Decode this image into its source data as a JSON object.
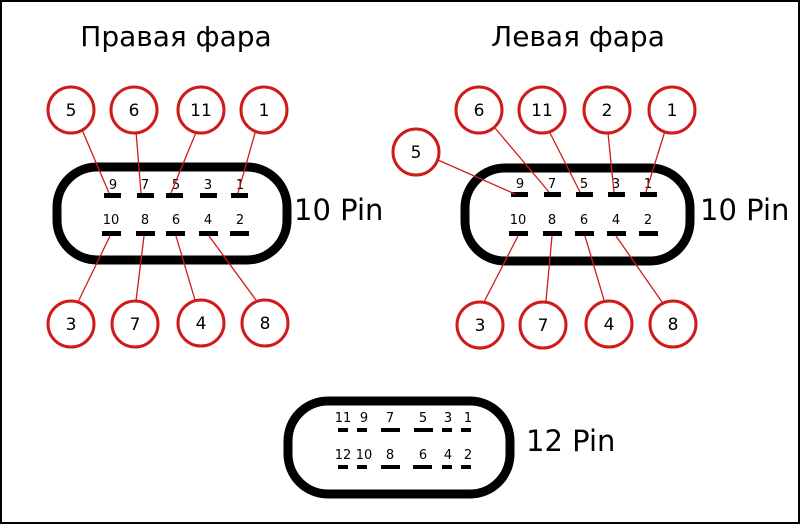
{
  "titles": {
    "right": "Правая фара",
    "left": "Левая фара"
  },
  "labels": {
    "ten_pin_right": "10 Pin",
    "ten_pin_left": "10 Pin",
    "twelve_pin": "12 Pin"
  },
  "connector_right": {
    "top_pins": [
      "9",
      "7",
      "5",
      "3",
      "1"
    ],
    "bottom_pins": [
      "10",
      "8",
      "6",
      "4",
      "2"
    ],
    "callouts_top": [
      "5",
      "6",
      "11",
      "1"
    ],
    "callouts_bottom": [
      "3",
      "7",
      "4",
      "8"
    ]
  },
  "connector_left": {
    "top_pins": [
      "9",
      "7",
      "5",
      "3",
      "1"
    ],
    "bottom_pins": [
      "10",
      "8",
      "6",
      "4",
      "2"
    ],
    "callouts_top": [
      "5",
      "6",
      "11",
      "2",
      "1"
    ],
    "callouts_bottom": [
      "3",
      "7",
      "4",
      "8"
    ]
  },
  "connector_12": {
    "top_pins": [
      "11",
      "9",
      "7",
      "5",
      "3",
      "1"
    ],
    "bottom_pins": [
      "12",
      "10",
      "8",
      "6",
      "4",
      "2"
    ]
  },
  "colors": {
    "callout": "#d11a1a",
    "outline": "#000000"
  }
}
